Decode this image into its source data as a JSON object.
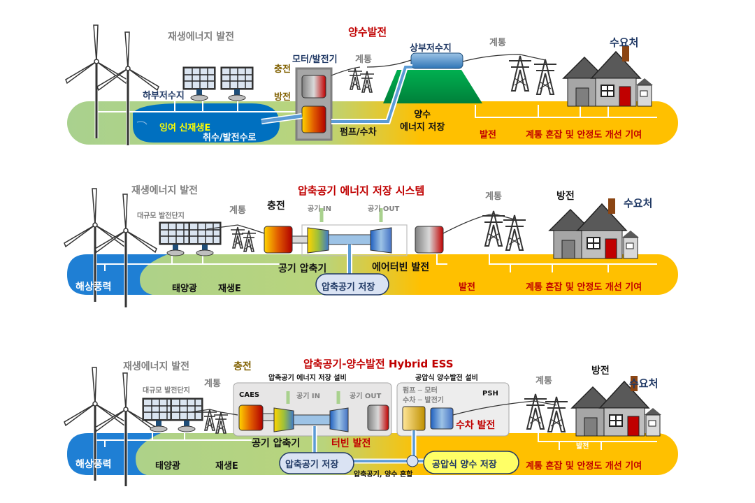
{
  "panel1": {
    "renewable_title": "재생에너지 발전",
    "title": "양수발전",
    "lower_reservoir": "하부저수지",
    "charge": "충전",
    "motor_generator": "모터/발전기",
    "grid_a": "계통",
    "upper_reservoir": "상부저수지",
    "grid_b": "계통",
    "demand": "수요처",
    "discharge": "방전",
    "surplus": "잉여 신재생E",
    "intake": "취수/발전수로",
    "pump_turbine": "펌프/수차",
    "storage": "양수\n에너지 저장",
    "generation": "발전",
    "contribution": "계통 혼잡 및 안정도 개선 기여"
  },
  "panel2": {
    "renewable_title": "재생에너지 발전",
    "title": "압축공기 에너지 저장 시스템",
    "grid_a": "계통",
    "grid_b": "계통",
    "discharge": "방전",
    "demand": "수요처",
    "solar_farm": "대규모 발전단지",
    "charge": "충전",
    "air_in": "공기 IN",
    "air_out": "공기 OUT",
    "compressor": "공기 압축기",
    "turbine": "에어터빈 발전",
    "offshore": "해상풍력",
    "solar": "태양광",
    "renewable_e": "재생E",
    "storage": "압축공기 저장",
    "generation": "발전",
    "contribution": "계통 혼잡 및 안정도 개선 기여"
  },
  "panel3": {
    "title": "압축공기-양수발전 Hybrid ESS",
    "renewable_title": "재생에너지 발전",
    "charge": "충전",
    "caes_facility": "압축공기 에너지 저장 설비",
    "psh_facility": "공압식 양수발전 설비",
    "grid_a": "계통",
    "grid_b": "계통",
    "discharge": "방전",
    "demand": "수요처",
    "solar_farm": "대규모 발전단지",
    "caes": "CAES",
    "air_in": "공기 IN",
    "air_out": "공기 OUT",
    "pump_motor": "펌프 ─ 모터",
    "turbine_gen": "수차 ─ 발전기",
    "psh": "PSH",
    "hydro_gen": "수차 발전",
    "compressor": "공기 압축기",
    "turbine": "터빈 발전",
    "generation": "발전",
    "offshore": "해상풍력",
    "solar": "태양광",
    "renewable_e": "재생E",
    "air_storage": "압축공기 저장",
    "mix": "압축공기, 양수 혼합",
    "pneu_storage": "공압식 양수 저장",
    "contribution": "계통 혼잡 및 안정도 개선 기여"
  },
  "colors": {
    "green_band": "#a9d18e",
    "yellow_band": "#ffc000",
    "blue": "#1f7fd4",
    "red_text": "#c00000",
    "navy_text": "#1f3864",
    "gray_text": "#7f7f7f"
  }
}
